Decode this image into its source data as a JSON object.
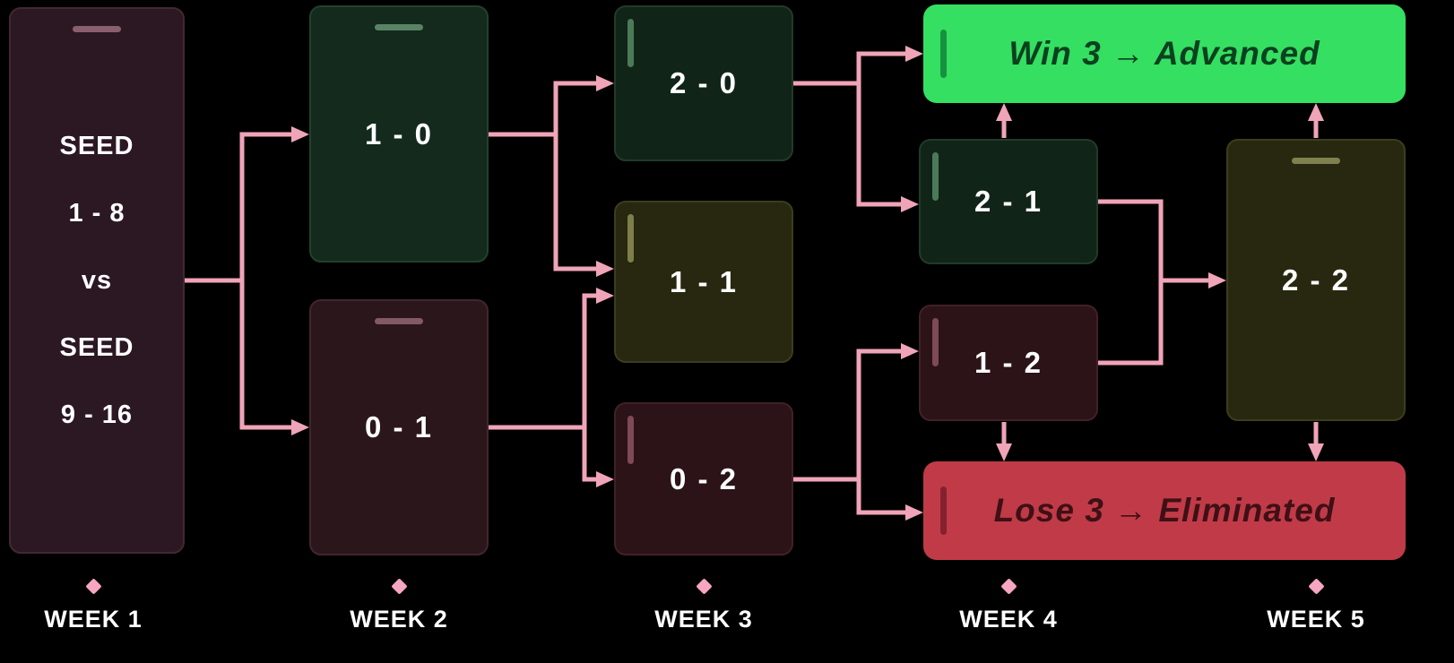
{
  "theme": {
    "background": "#000000",
    "arrow_color": "#f0a4b8",
    "advanced_green": "#35df62",
    "eliminated_red": "#c03b47",
    "dark_green_box": "#112418",
    "dark_olive_box": "#27280f",
    "dark_maroon_box": "#2b1317",
    "text_color": "#ffffff"
  },
  "bracket": {
    "seed": {
      "lines": [
        "SEED",
        "1 - 8",
        "vs",
        "SEED",
        "9 - 16"
      ]
    },
    "records": {
      "w2_top": "1 - 0",
      "w2_bottom": "0 - 1",
      "w3_top": "2 - 0",
      "w3_mid": "1 - 1",
      "w3_bottom": "0 - 2",
      "w4_top": "2 - 1",
      "w4_bottom": "1 - 2",
      "w5_mid": "2 - 2"
    },
    "outcomes": {
      "advanced": "Win 3 → Advanced",
      "eliminated": "Lose 3 → Eliminated"
    }
  },
  "timeline": {
    "weeks": [
      "WEEK 1",
      "WEEK 2",
      "WEEK 3",
      "WEEK 4",
      "WEEK 5"
    ]
  }
}
